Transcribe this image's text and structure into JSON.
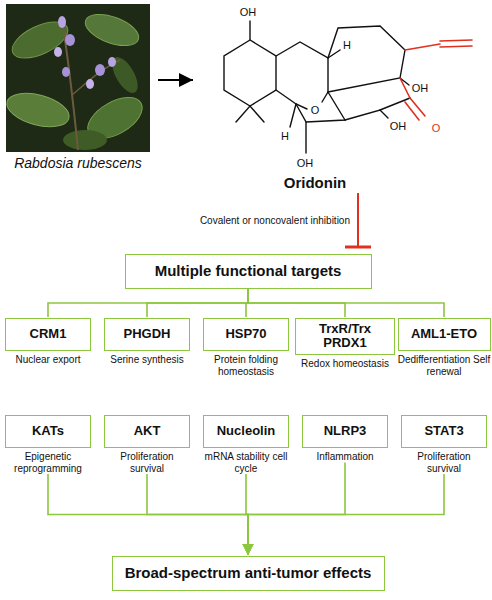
{
  "diagram": {
    "nodes": [
      {
        "text": [
          "Multiple functional targets"
        ]
      },
      {
        "text": [
          "CRM1",
          "Nuclear export"
        ]
      },
      {
        "text": [
          "PHGDH",
          "Serine synthesis"
        ]
      },
      {
        "text": [
          "HSP70",
          "Protein folding homeostasis"
        ]
      },
      {
        "text": [
          "TrxR/Trx PRDX1",
          "Redox homeostasis"
        ]
      },
      {
        "text": [
          "AML1-ETO",
          "Dedifferentiation Self renewal"
        ]
      },
      {
        "text": [
          "KATs",
          "Epigenetic reprogramming"
        ]
      },
      {
        "text": [
          "AKT",
          "Proliferation survival"
        ]
      },
      {
        "text": [
          "Nucleolin",
          "mRNA stability cell cycle"
        ]
      },
      {
        "text": [
          "NLRP3",
          "Inflammation"
        ]
      },
      {
        "text": [
          "STAT3",
          "Proliferation survival"
        ]
      },
      {
        "text": [
          "Broad-spectrum anti-tumor effects"
        ]
      }
    ],
    "edges": [
      {
        "from": 0,
        "to": 1,
        "arrow": "none"
      },
      {
        "from": 0,
        "to": 2,
        "arrow": "none"
      },
      {
        "from": 0,
        "to": 3,
        "arrow": "none"
      },
      {
        "from": 0,
        "to": 4,
        "arrow": "none"
      },
      {
        "from": 0,
        "to": 5,
        "arrow": "none"
      },
      {
        "from": 6,
        "to": 11,
        "arrow": "to"
      },
      {
        "from": 7,
        "to": 11,
        "arrow": "to"
      },
      {
        "from": 8,
        "to": 11,
        "arrow": "to"
      },
      {
        "from": 9,
        "to": 11,
        "arrow": "to"
      },
      {
        "from": 10,
        "to": 11,
        "arrow": "to"
      }
    ],
    "labels": [
      "Rabdosia rubescens",
      "OH",
      "H",
      "OH",
      "O",
      "OH",
      "O",
      "H",
      "OH",
      "Oridonin",
      "Covalent or noncovalent inhibition"
    ]
  }
}
